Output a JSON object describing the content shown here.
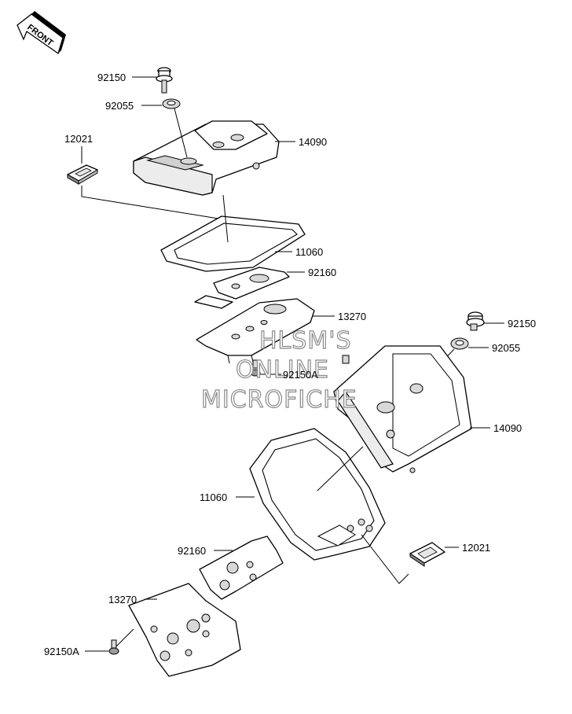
{
  "front_marker": "FRONT",
  "watermark": [
    "HLSM'S",
    "ONLINE",
    "MICROFICHE"
  ],
  "callouts": {
    "bolt_top": "92150",
    "washer_top": "92055",
    "cover_top": "14090",
    "cap_top": "12021",
    "gasket_top": "11060",
    "plate_top": "92160",
    "bracket_top": "13270",
    "screw_top": "92150A",
    "bolt_right": "92150",
    "washer_right": "92055",
    "cover_bottom": "14090",
    "gasket_bottom": "11060",
    "cap_bottom": "12021",
    "plate_bottom": "92160",
    "bracket_bottom": "13270",
    "screw_bottom": "92150A"
  }
}
